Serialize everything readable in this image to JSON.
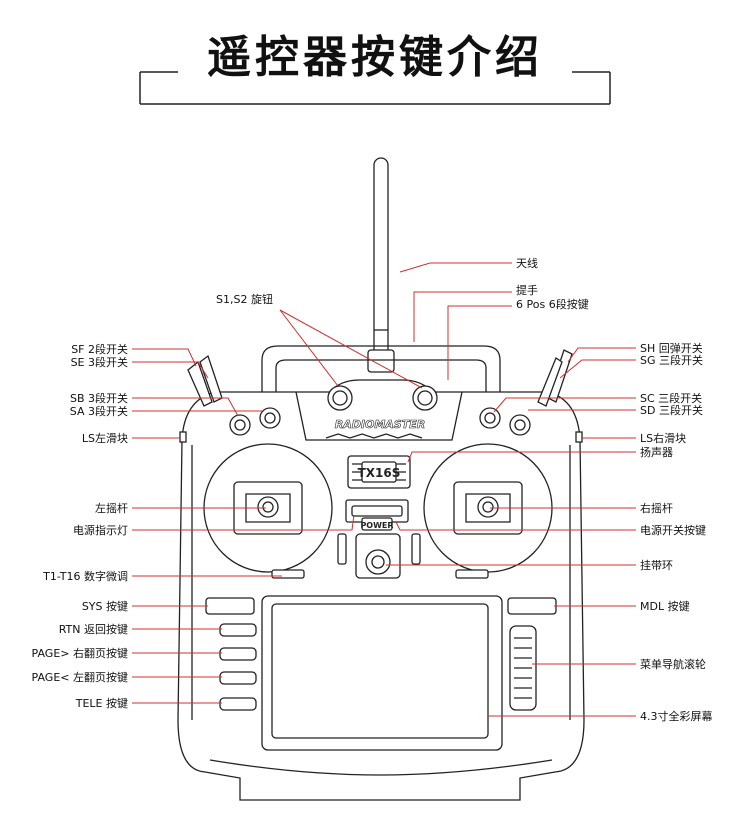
{
  "title": "遥控器按键介绍",
  "device": {
    "brand_logo": "RADIOMASTER",
    "model_badge": "TX16S",
    "power_label": "POWER"
  },
  "colors": {
    "leader": "#d0302e",
    "outline": "#222222",
    "text": "#111111"
  },
  "labels": {
    "antenna": "天线",
    "handle": "提手",
    "six_pos": "6 Pos 6段按键",
    "s1s2": "S1,S2 旋钮",
    "sf": "SF 2段开关",
    "se": "SE 3段开关",
    "sb": "SB 3段开关",
    "sa": "SA 3段开关",
    "ls": "LS左滑块",
    "sh": "SH 回弹开关",
    "sg": "SG 三段开关",
    "sc": "SC 三段开关",
    "sd": "SD 三段开关",
    "rs": "LS右滑块",
    "speaker": "扬声器",
    "left_stick": "左摇杆",
    "right_stick": "右摇杆",
    "power_led": "电源指示灯",
    "power_btn": "电源开关按键",
    "lanyard": "挂带环",
    "trims": "T1-T16 数字微调",
    "sys": "SYS 按键",
    "mdl": "MDL 按键",
    "rtn": "RTN 返回按键",
    "page_next": "PAGE> 右翻页按键",
    "page_prev": "PAGE< 左翻页按键",
    "tele": "TELE 按键",
    "wheel": "菜单导航滚轮",
    "screen": "4.3寸全彩屏幕"
  }
}
